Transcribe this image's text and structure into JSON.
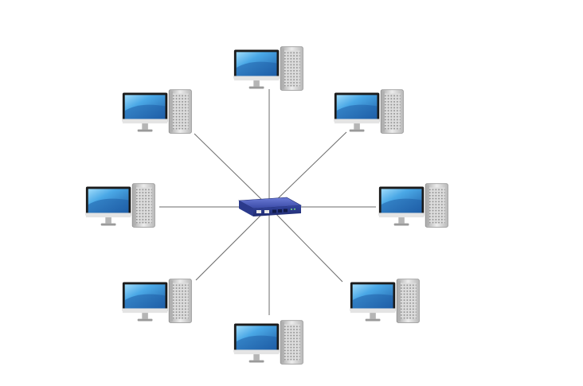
{
  "topology": {
    "hub": {
      "device": "network-switch",
      "icon": "network-switch-icon"
    },
    "nodes": [
      {
        "id": "node-top",
        "icon": "desktop-computer-icon"
      },
      {
        "id": "node-top-right",
        "icon": "desktop-computer-icon"
      },
      {
        "id": "node-right",
        "icon": "desktop-computer-icon"
      },
      {
        "id": "node-bottom-right",
        "icon": "desktop-computer-icon"
      },
      {
        "id": "node-bottom",
        "icon": "desktop-computer-icon"
      },
      {
        "id": "node-bottom-left",
        "icon": "desktop-computer-icon"
      },
      {
        "id": "node-left",
        "icon": "desktop-computer-icon"
      },
      {
        "id": "node-top-left",
        "icon": "desktop-computer-icon"
      }
    ],
    "links": [
      {
        "from": "hub",
        "to": "node-top"
      },
      {
        "from": "hub",
        "to": "node-top-right"
      },
      {
        "from": "hub",
        "to": "node-right"
      },
      {
        "from": "hub",
        "to": "node-bottom-right"
      },
      {
        "from": "hub",
        "to": "node-bottom"
      },
      {
        "from": "hub",
        "to": "node-bottom-left"
      },
      {
        "from": "hub",
        "to": "node-left"
      },
      {
        "from": "hub",
        "to": "node-top-left"
      }
    ]
  },
  "colors": {
    "link": "#6b6b6b",
    "screen_glow": "#58b4ea",
    "screen_deep": "#1f5fa8",
    "bezel": "#1b1b1b",
    "tower": "#c9c9c9",
    "switch_body": "#3a4aa6",
    "switch_dark": "#242f78"
  }
}
